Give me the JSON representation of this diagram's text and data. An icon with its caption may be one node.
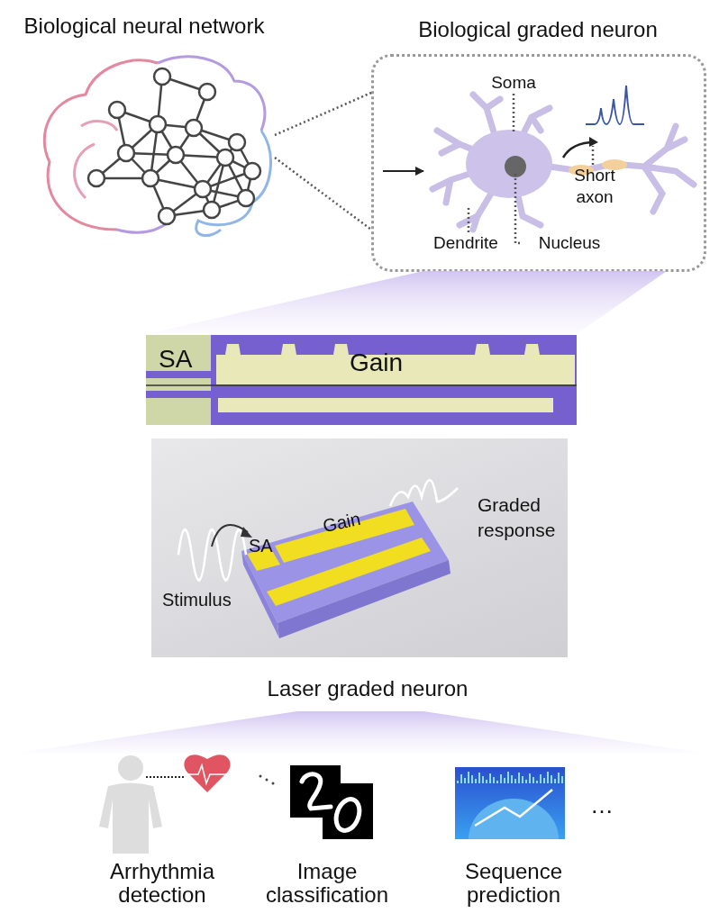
{
  "diagram": {
    "nodes": [
      {
        "text": [],
        "shape": "picture",
        "beside": [
          "Biological neural network"
        ]
      },
      {
        "text": [
          "Biological graded neuron"
        ]
      },
      {
        "text": [],
        "shape": "picture",
        "in": 1
      },
      {
        "text": [
          "Soma"
        ],
        "in": 1
      },
      {
        "text": [
          "Short axon"
        ],
        "in": 2
      },
      {
        "text": [
          "Dendrite"
        ],
        "in": 1
      },
      {
        "text": [
          "Nucleus"
        ],
        "in": 1
      },
      {
        "text": [],
        "shape": "trapezoid"
      },
      {
        "text": [
          "SA",
          "Gain"
        ]
      },
      {
        "text": [
          "SA",
          "Gain",
          "Stimulus",
          "Graded response"
        ],
        "beside": [
          "Laser graded neuron"
        ]
      },
      {
        "text": [],
        "shape": "trapezoid"
      },
      {
        "text": [],
        "shape": "picture",
        "beside": [
          "Arrhythmia detection"
        ]
      },
      {
        "text": [],
        "shape": "picture",
        "beside": [
          "Image classification"
        ]
      },
      {
        "text": [],
        "shape": "picture",
        "beside": [
          "Sequence prediction"
        ]
      }
    ],
    "edges": [
      {
        "from": 0,
        "to": 1,
        "arrow": "none",
        "style": "dashed"
      },
      {
        "from": 0,
        "to": 1,
        "arrow": "none",
        "style": "dashed"
      },
      {
        "from": null,
        "to": 2,
        "arrow": "to"
      },
      {
        "from": 3,
        "to": 2,
        "arrow": "none",
        "style": "dashed"
      },
      {
        "from": 4,
        "to": 2,
        "arrow": "none",
        "style": "dashed"
      },
      {
        "from": 5,
        "to": 2,
        "arrow": "none",
        "style": "dashed"
      },
      {
        "from": 6,
        "to": 2,
        "arrow": "none",
        "style": "dashed"
      }
    ],
    "labels": [
      "…"
    ]
  }
}
